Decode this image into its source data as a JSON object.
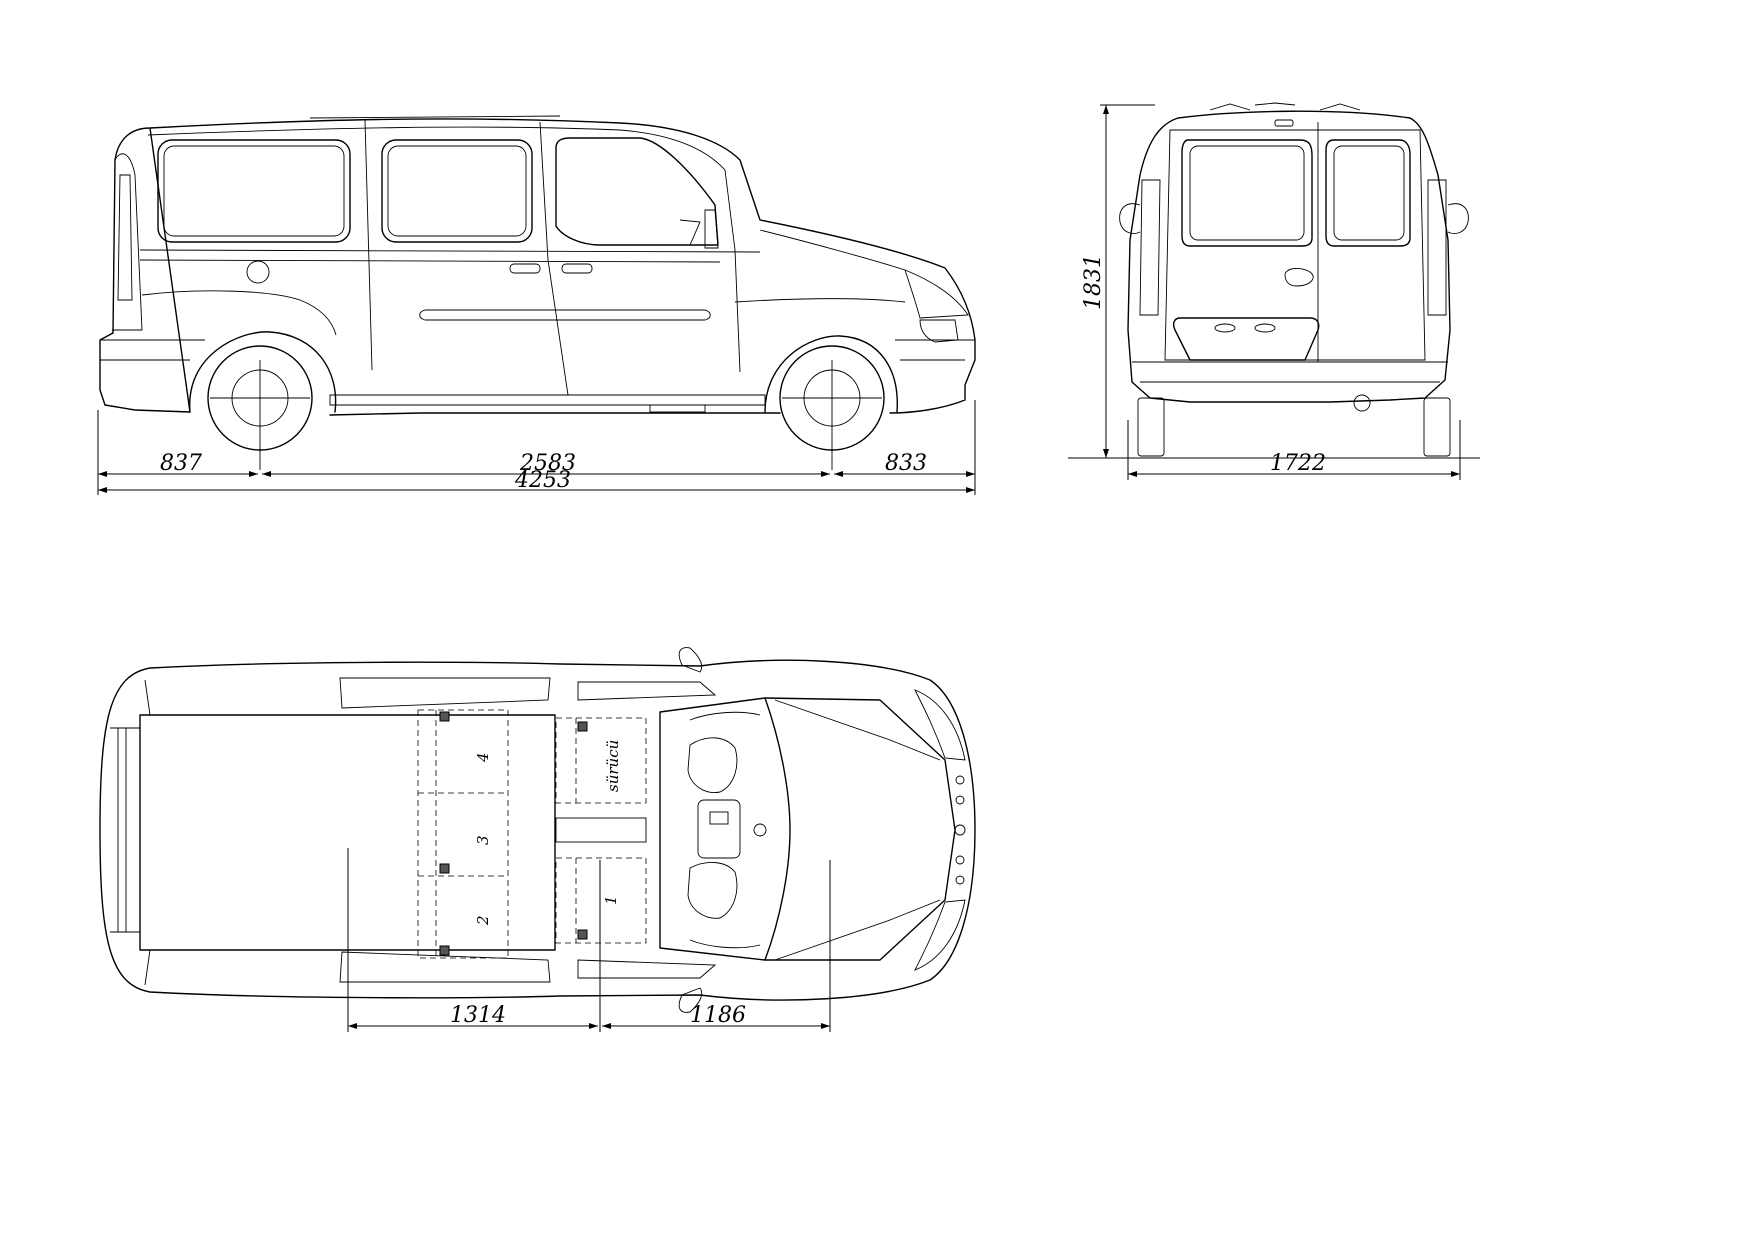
{
  "side_view": {
    "dims": {
      "front_overhang": "837",
      "wheelbase": "2583",
      "rear_overhang": "833",
      "overall_length": "4253"
    }
  },
  "rear_view": {
    "dims": {
      "height": "1831",
      "width": "1722"
    }
  },
  "top_view": {
    "seats": {
      "seat1": "1",
      "seat2": "2",
      "seat3": "3",
      "seat4": "4",
      "driver": "sürücü"
    },
    "dims": {
      "rear_to_seat": "1314",
      "seat_to_front": "1186"
    }
  }
}
